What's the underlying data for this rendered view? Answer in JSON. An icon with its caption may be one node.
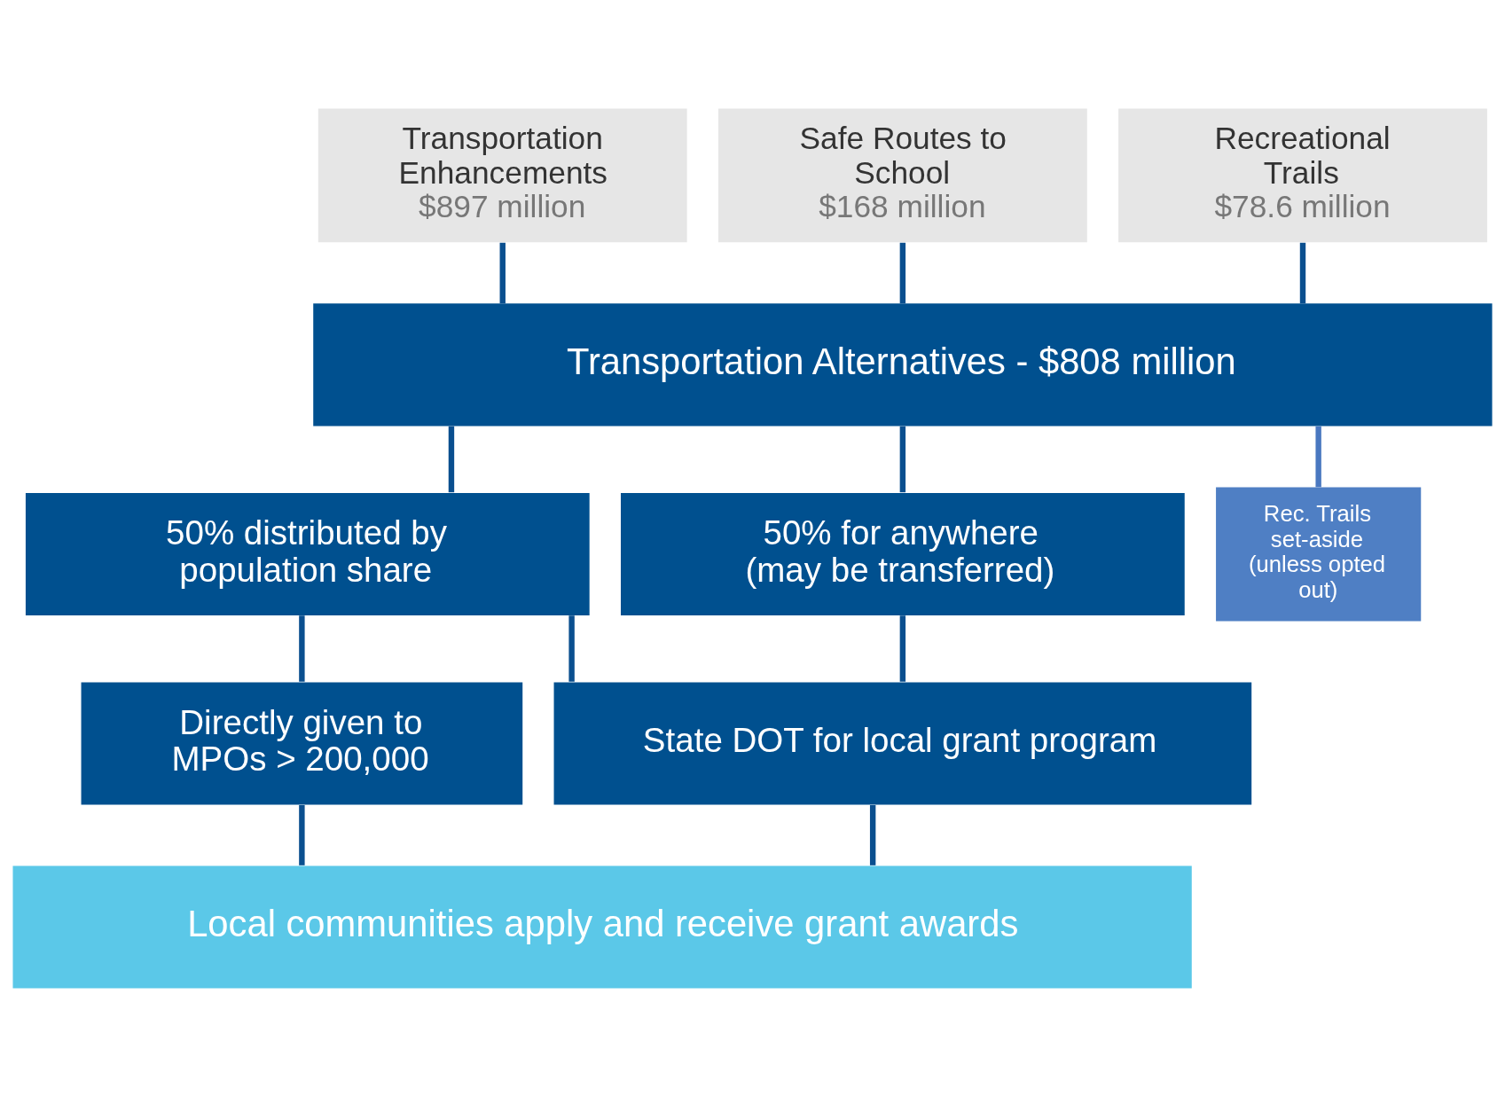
{
  "diagram": {
    "nodes": [
      {
        "text": [
          "Transportation Enhancements",
          "$897 million"
        ]
      },
      {
        "text": [
          "Safe Routes to School",
          "$168 million"
        ]
      },
      {
        "text": [
          "Recreational Trails",
          "$78.6 million"
        ]
      },
      {
        "text": [
          "Transportation Alternatives - $808 million"
        ]
      },
      {
        "text": [
          "50% distributed by population share"
        ]
      },
      {
        "text": [
          "50% for anywhere (may be transferred)"
        ]
      },
      {
        "text": [
          "Rec. Trails set-aside (unless opted out)"
        ]
      },
      {
        "text": [
          "Directly given to MPOs > 200,000"
        ]
      },
      {
        "text": [
          "State DOT for local grant program"
        ]
      },
      {
        "text": [
          "Local communities apply and receive grant awards"
        ]
      }
    ],
    "edges": [
      {
        "from": 0,
        "to": 3,
        "arrow": "none"
      },
      {
        "from": 1,
        "to": 3,
        "arrow": "none"
      },
      {
        "from": 2,
        "to": 3,
        "arrow": "none"
      },
      {
        "from": 3,
        "to": 4,
        "arrow": "none"
      },
      {
        "from": 3,
        "to": 5,
        "arrow": "none"
      },
      {
        "from": 3,
        "to": 6,
        "arrow": "none",
        "color": "#4a78c0"
      },
      {
        "from": 4,
        "to": 7,
        "arrow": "none"
      },
      {
        "from": 4,
        "to": 8,
        "arrow": "none"
      },
      {
        "from": 5,
        "to": 8,
        "arrow": "none"
      },
      {
        "from": 7,
        "to": 9,
        "arrow": "none"
      },
      {
        "from": 8,
        "to": 9,
        "arrow": "none"
      }
    ]
  }
}
